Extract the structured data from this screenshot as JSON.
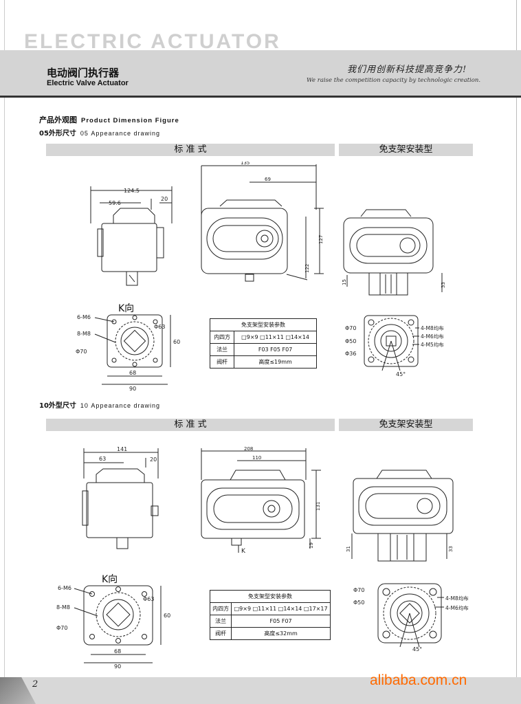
{
  "header": {
    "big_title": "ELECTRIC ACTUATOR",
    "cn_title": "电动阀门执行器",
    "en_title": "Electric Valve Actuator",
    "slogan_cn": "我们用创新科技提高竞争力!",
    "slogan_en": "We raise the competition capacity by technologic creation."
  },
  "section": {
    "cn": "产品外观图",
    "en": "Product Dimension Figure"
  },
  "model05": {
    "cn": "05外形尺寸",
    "en": "05 Appearance drawing",
    "bar_left": "标  准  式",
    "bar_right": "免支架安装型",
    "k_label": "K向",
    "dims": {
      "front_width": "124.5",
      "front_half": "59.6",
      "front_right": "20",
      "side_top": "135",
      "side_mid": "69",
      "side_h": "127",
      "side_h2": "122",
      "right_small": "15",
      "right_small2": "33",
      "k_m6": "6-M6",
      "k_m8": "8-M8",
      "k_phi63": "Φ63",
      "k_phi70": "Φ70",
      "k_h60": "60",
      "k_w68": "68",
      "k_w90": "90",
      "r_phi70": "Φ70",
      "r_phi50": "Φ50",
      "r_phi36": "Φ36",
      "r_note1": "4-M8均布",
      "r_note2": "4-M6均布",
      "r_note3": "4-M5均布",
      "r_angle": "45°"
    },
    "table": {
      "title": "免支架型安装参数",
      "rows": [
        {
          "label": "内四方",
          "value": "□9×9  □11×11  □14×14"
        },
        {
          "label": "法兰",
          "value": "F03  F05  F07"
        },
        {
          "label": "阀杆",
          "value": "高度≤19mm"
        }
      ]
    }
  },
  "model10": {
    "cn": "10外型尺寸",
    "en": "10 Appearance drawing",
    "bar_left": "标  准  式",
    "bar_right": "免支架安装型",
    "k_label": "K向",
    "k_arrow": "K",
    "dims": {
      "front_width": "141",
      "front_half": "63",
      "front_right": "20",
      "side_top": "208",
      "side_mid": "110",
      "side_h": "131",
      "side_small": "19",
      "right_31": "31",
      "right_33": "33",
      "k_m6": "6-M6",
      "k_m8": "8-M8",
      "k_phi63": "Φ63",
      "k_phi70": "Φ70",
      "k_h60": "60",
      "k_w68": "68",
      "k_w90": "90",
      "r_phi70": "Φ70",
      "r_phi50": "Φ50",
      "r_note1": "4-M8均布",
      "r_note2": "4-M6均布",
      "r_angle": "45°"
    },
    "table": {
      "title": "免支架型安装参数",
      "rows": [
        {
          "label": "内四方",
          "value": "□9×9  □11×11  □14×14  □17×17"
        },
        {
          "label": "法兰",
          "value": "F05  F07"
        },
        {
          "label": "阀杆",
          "value": "高度≤32mm"
        }
      ]
    }
  },
  "footer": {
    "page_number": "2",
    "watermark": "alibaba.com.cn"
  },
  "colors": {
    "header_band": "#d4d4d4",
    "bar": "#d6d6d6",
    "watermark": "#ff6a00"
  }
}
